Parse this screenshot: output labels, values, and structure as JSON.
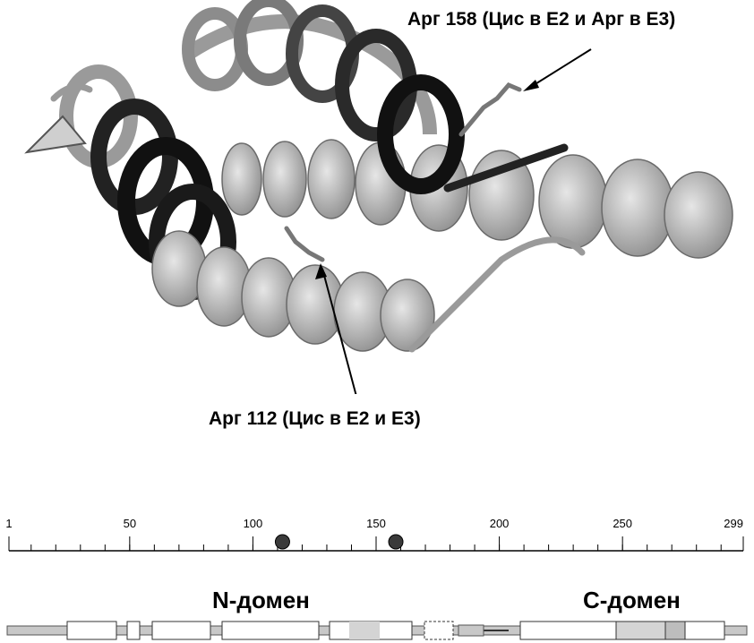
{
  "annotations": {
    "arg158": "Арг 158 (Цис в Е2 и Арг в Е3)",
    "arg112": "Арг 112 (Цис в Е2 и Е3)"
  },
  "ruler": {
    "min": 1,
    "max": 299,
    "ticks": [
      {
        "value": 1,
        "label": "1"
      },
      {
        "value": 50,
        "label": "50"
      },
      {
        "value": 100,
        "label": "100"
      },
      {
        "value": 150,
        "label": "150"
      },
      {
        "value": 200,
        "label": "200"
      },
      {
        "value": 250,
        "label": "250"
      },
      {
        "value": 299,
        "label": "299"
      }
    ],
    "minor_step": 10,
    "markers": [
      112,
      158
    ]
  },
  "domains": {
    "n_label": "N-домен",
    "c_label": "С-домен"
  },
  "colors": {
    "helix_dark": "#1a1a1a",
    "helix_light": "#b8b8b8",
    "bar_gray": "#c8c8c8",
    "marker": "#3a3a3a"
  }
}
